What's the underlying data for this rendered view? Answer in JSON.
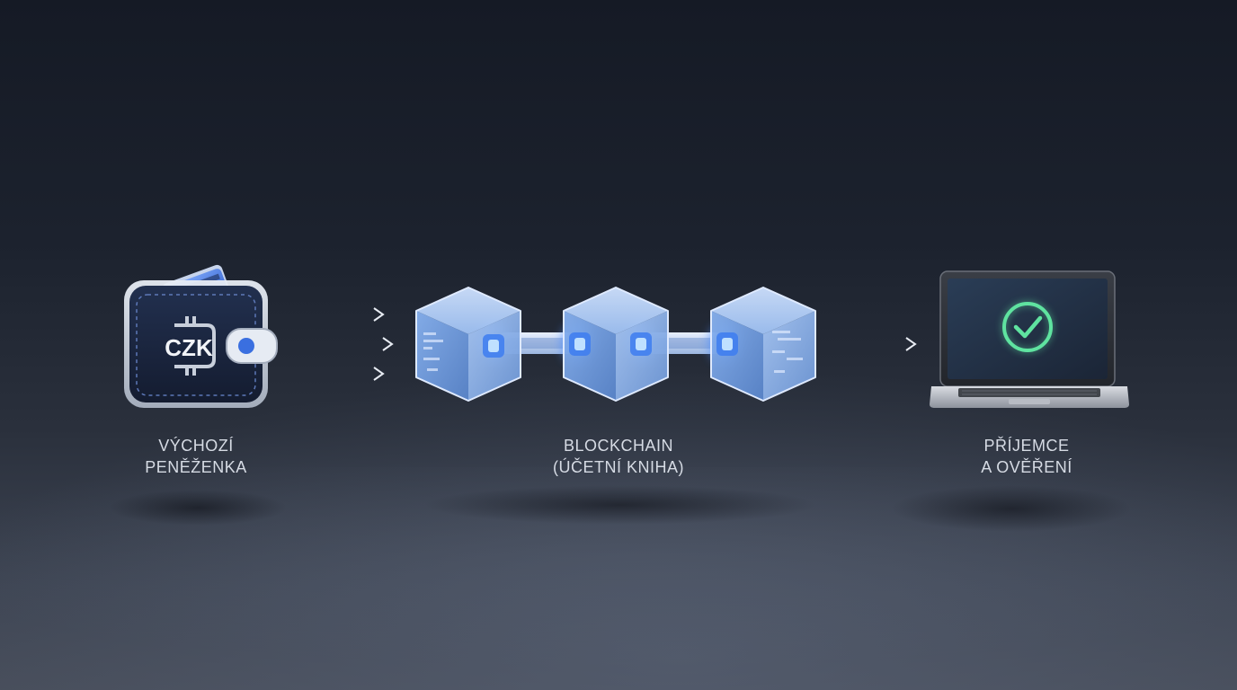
{
  "nodes": [
    {
      "id": "wallet",
      "label_line1": "VÝCHOZÍ",
      "label_line2": "PENĚŽENKA",
      "badge": "CZK"
    },
    {
      "id": "blockchain",
      "label_line1": "BLOCKCHAIN",
      "label_line2": "(ÚČETNÍ KNIHA)"
    },
    {
      "id": "recipient",
      "label_line1": "PŘÍJEMCE",
      "label_line2": "A OVĚŘENÍ"
    }
  ],
  "icons": {
    "wallet": "wallet-icon",
    "currency": "crypto-coin-icon",
    "block": "cube-icon",
    "chain": "chain-link-icon",
    "laptop": "laptop-icon",
    "check": "check-circle-icon",
    "arrow": "arrow-right-icon"
  },
  "colors": {
    "background_top": "#151a25",
    "background_bottom": "#474d5a",
    "label_text": "#d6dbe4",
    "cube_glow": "#6fa8ff",
    "check_green": "#5fe3a0",
    "wallet_body": "#1f2c4a"
  }
}
